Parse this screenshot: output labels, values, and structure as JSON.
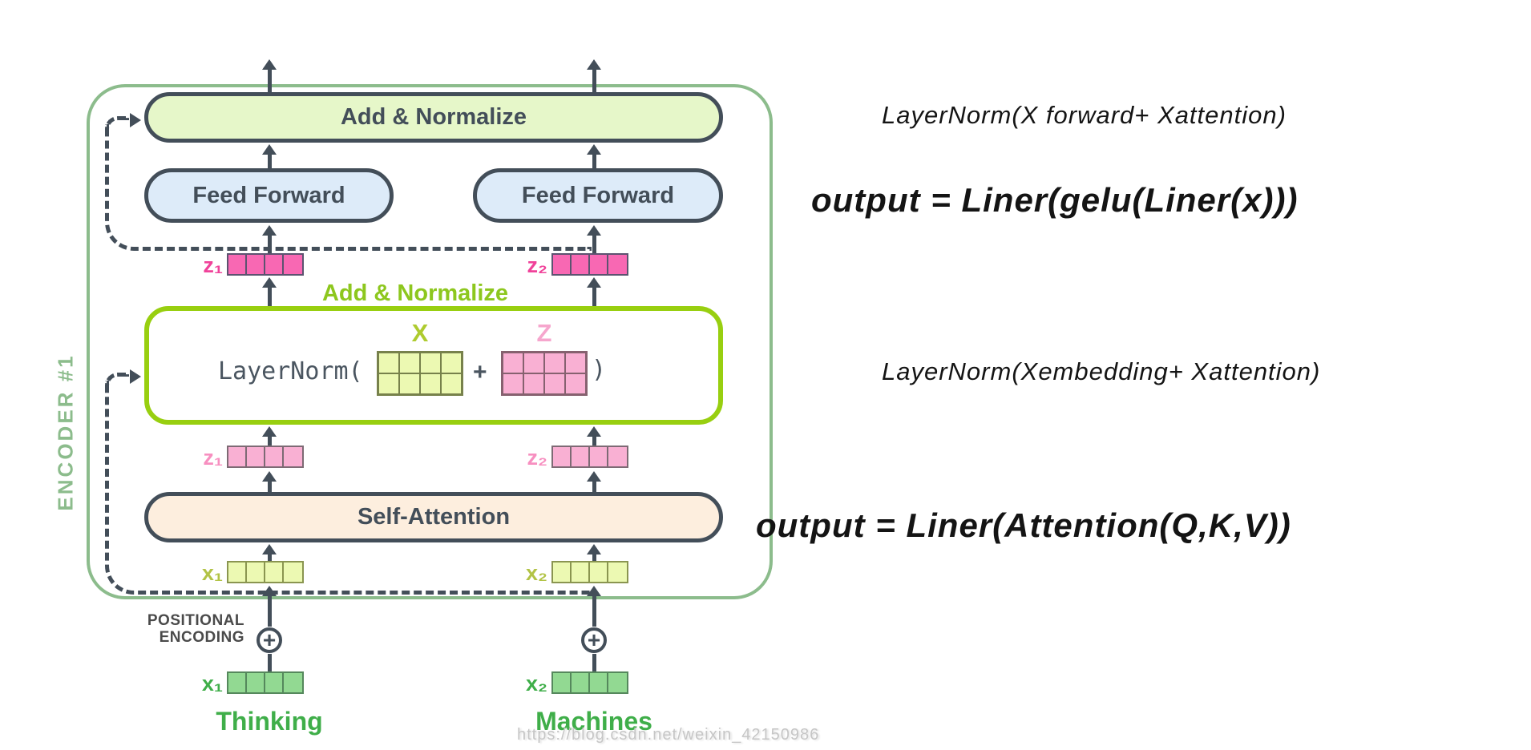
{
  "encoder": {
    "label": "ENCODER #1",
    "pills": {
      "add_normalize": "Add & Normalize",
      "feed_forward": "Feed Forward",
      "self_attention": "Self-Attention"
    },
    "mid_label": "Add & Normalize",
    "layernorm": {
      "prefix": "LayerNorm(",
      "x_label": "X",
      "plus": "+",
      "z_label": "Z",
      "close": ")"
    },
    "vector_labels": {
      "z1_out": "z₁",
      "z2_out": "z₂",
      "z1_attn": "z₁",
      "z2_attn": "z₂",
      "x1_embed": "x₁",
      "x2_embed": "x₂",
      "x1_input": "x₁",
      "x2_input": "x₂"
    },
    "positional_encoding": {
      "line1": "POSITIONAL",
      "line2": "ENCODING",
      "plus": "+"
    },
    "tokens": {
      "left": "Thinking",
      "right": "Machines"
    }
  },
  "formulas": {
    "layernorm_forward": "LayerNorm(X forward+ Xattention)",
    "output_gelu": "output = Liner(gelu(Liner(x)))",
    "layernorm_embedding": "LayerNorm(Xembedding+ Xattention)",
    "output_attention": "output = Liner(Attention(Q,K,V))"
  },
  "watermark": "https://blog.csdn.net/weixin_42150986",
  "colors": {
    "encoder_border": "#8cbc8c",
    "dark_slate": "#434e59",
    "add_normalize_fill": "#e6f7c9",
    "feed_forward_fill": "#ddebf9",
    "self_attention_fill": "#fdeede",
    "layernorm_box_border": "#98cf10",
    "mid_label_green": "#8dc71e",
    "magenta_vector": "#f868b3",
    "magenta_label": "#f0429a",
    "pink_vector": "#f9b0d3",
    "pink_label": "#f78fc0",
    "yellow_green_vector": "#ecf9b2",
    "olive_label": "#b2c346",
    "green_vector": "#92d992",
    "token_green": "#3fae49"
  }
}
